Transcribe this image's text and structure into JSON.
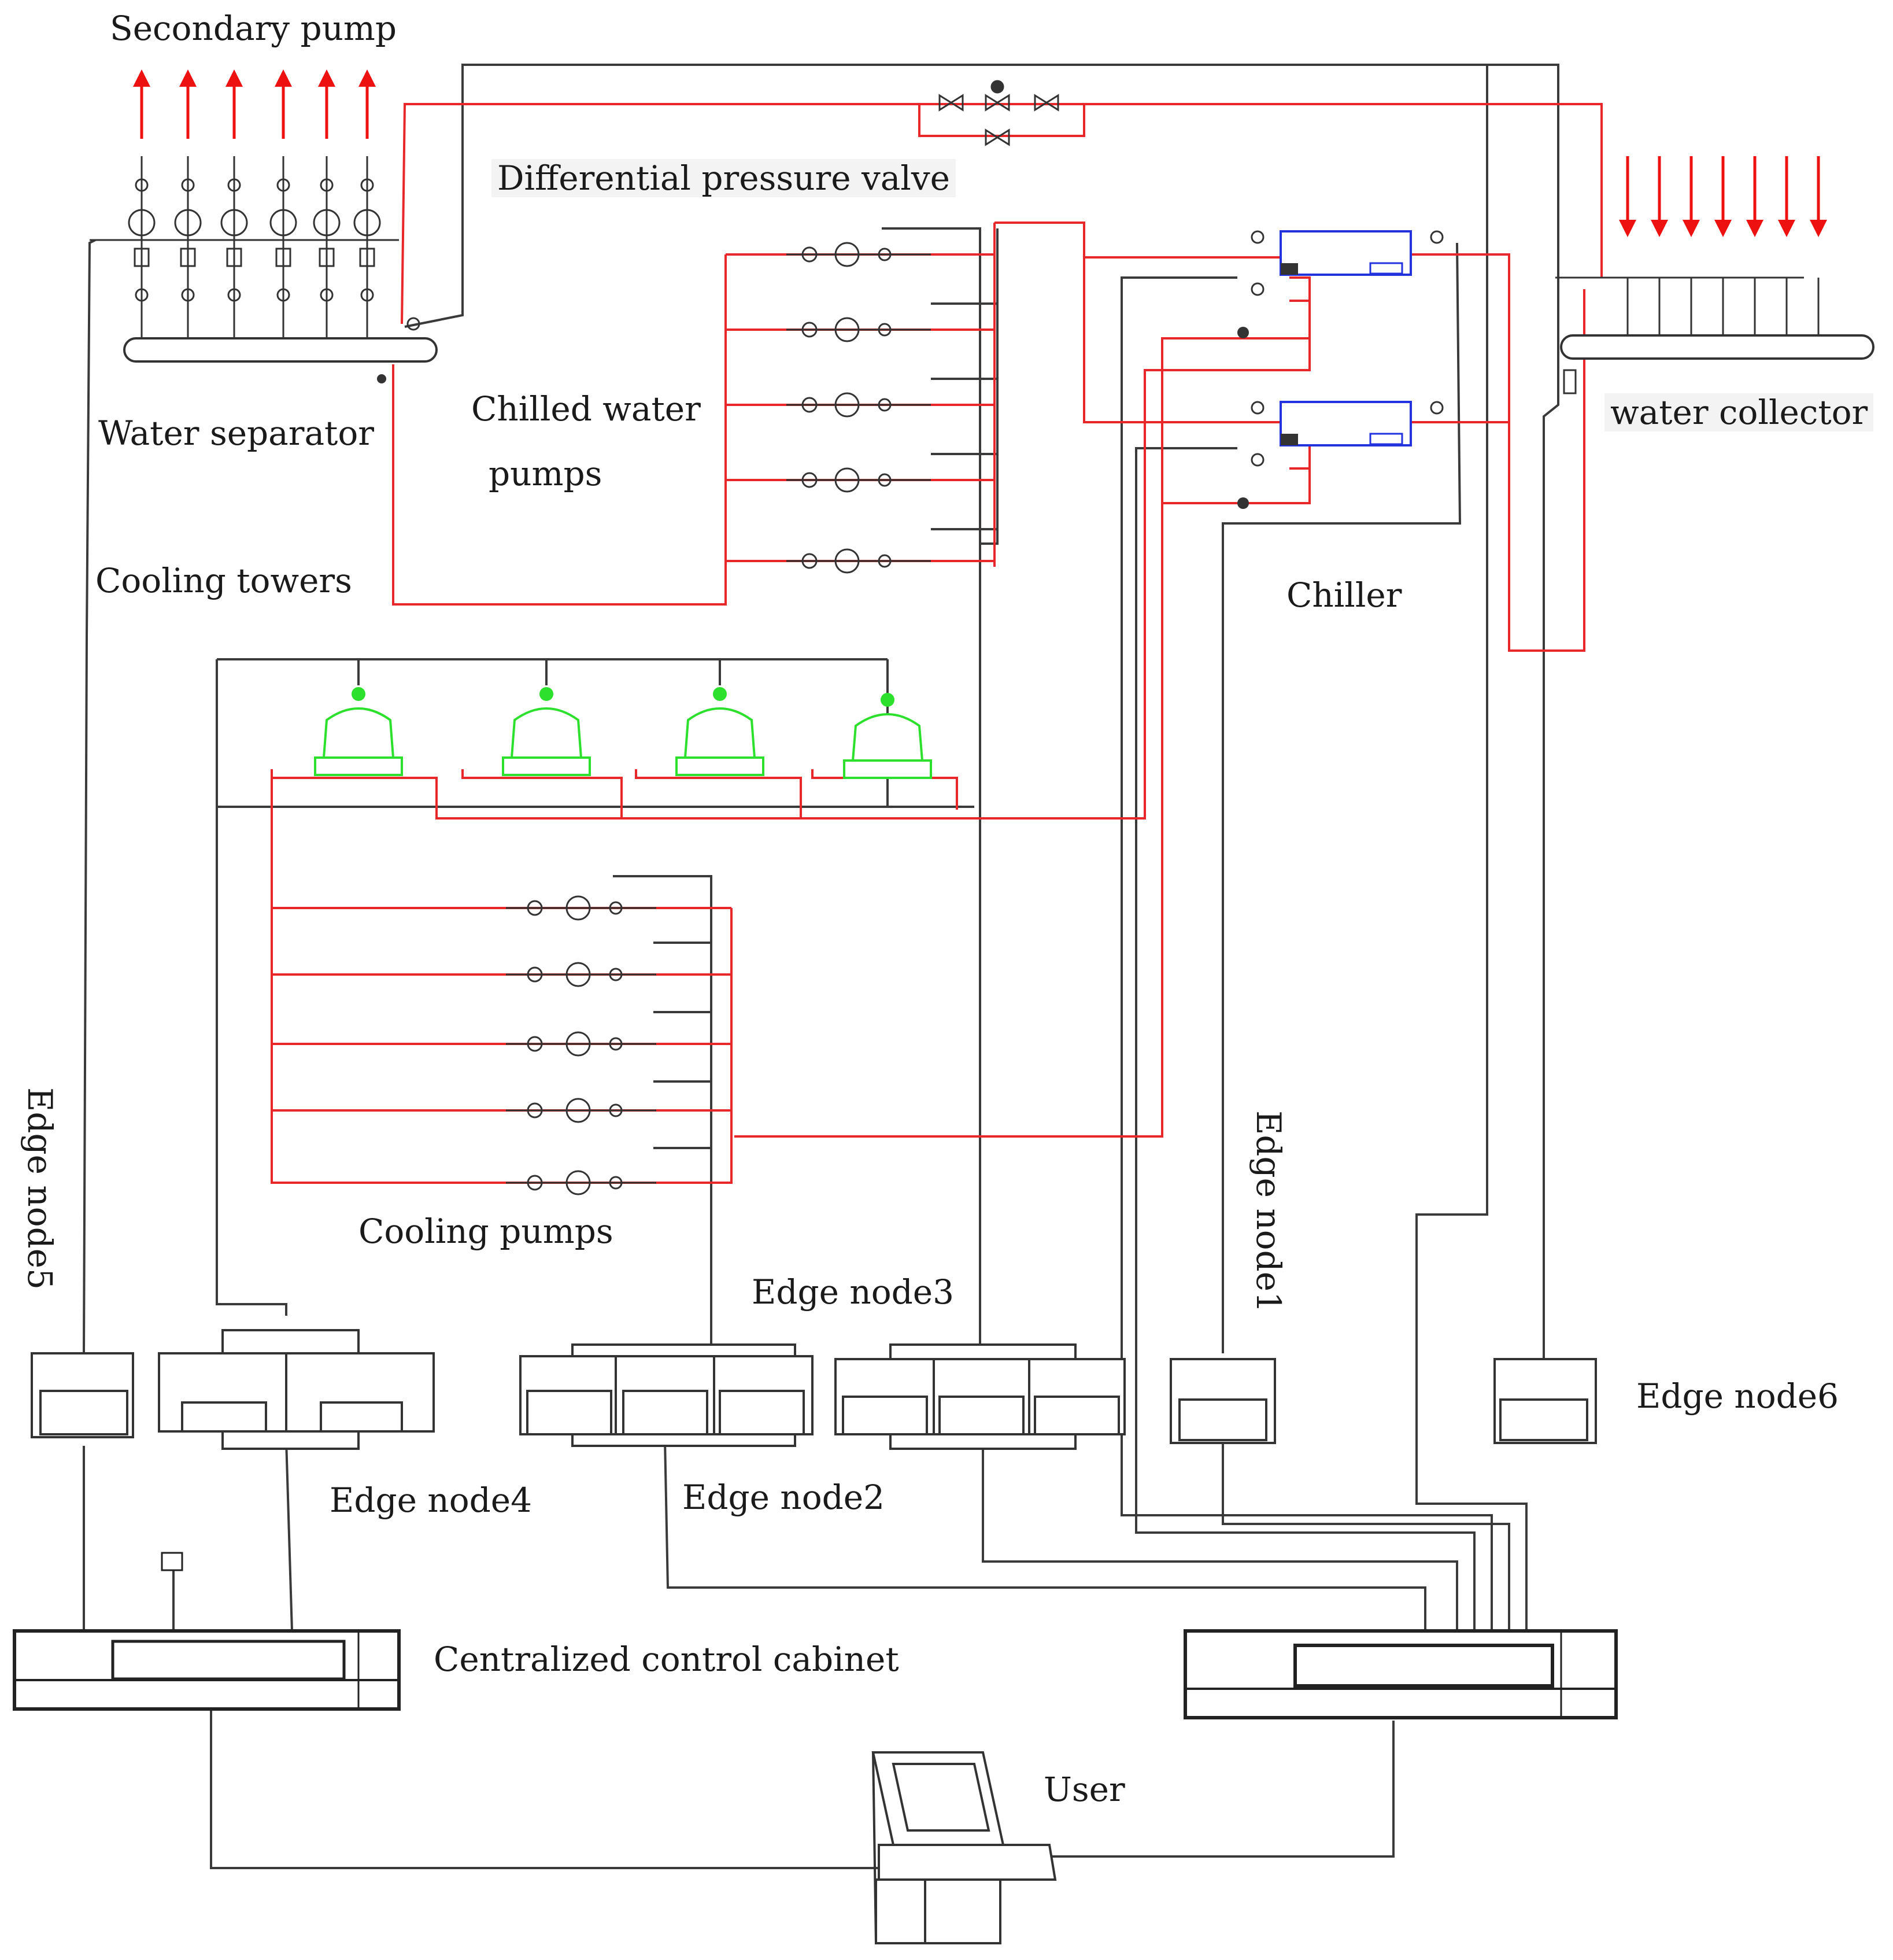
{
  "labels": {
    "secondary_pump": "Secondary pump",
    "differential_pressure_valve": "Differential pressure valve",
    "water_separator": "Water separator",
    "chilled_water_pumps_line1": "Chilled water",
    "chilled_water_pumps_line2": "pumps",
    "cooling_towers": "Cooling towers",
    "chiller": "Chiller",
    "water_collector": "water collector",
    "cooling_pumps": "Cooling pumps",
    "edge_node1": "Edge node1",
    "edge_node2": "Edge node2",
    "edge_node3": "Edge node3",
    "edge_node4": "Edge node4",
    "edge_node5": "Edge node5",
    "edge_node6": "Edge node6",
    "centralized_control_cabinet": "Centralized control cabinet",
    "user": "User"
  },
  "colors": {
    "chilled_pipe": "#e8272a",
    "signal_wire": "#3a3a3a",
    "cooling_tower": "#2ee02e",
    "chiller_body": "#2233dd",
    "arrow": "#ee1111"
  },
  "counts": {
    "secondary_pumps": 6,
    "collector_inlets": 7,
    "chilled_water_pumps": 5,
    "chillers": 2,
    "cooling_towers": 4,
    "cooling_pumps": 5
  }
}
